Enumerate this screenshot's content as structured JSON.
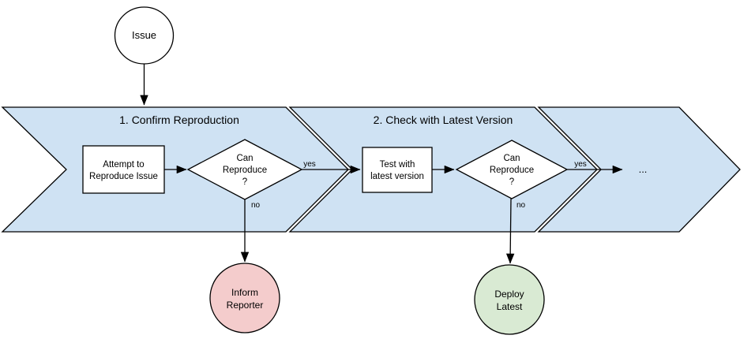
{
  "diagram": {
    "start": {
      "label": "Issue"
    },
    "continuation_label": "...",
    "sections": [
      {
        "title": "1. Confirm Reproduction",
        "step_lines": [
          "Attempt to",
          "Reproduce Issue"
        ],
        "decision_lines": [
          "Can",
          "Reproduce",
          "?"
        ],
        "yes_label": "yes",
        "no_label": "no",
        "terminal_lines": [
          "Inform",
          "Reporter"
        ]
      },
      {
        "title": "2. Check with Latest Version",
        "step_lines": [
          "Test with",
          "latest version"
        ],
        "decision_lines": [
          "Can",
          "Reproduce",
          "?"
        ],
        "yes_label": "yes",
        "no_label": "no",
        "terminal_lines": [
          "Deploy",
          "Latest"
        ]
      }
    ]
  },
  "colors": {
    "band_fill": "#cfe2f3",
    "shape_fill": "#ffffff",
    "terminal_fail_fill": "#f4cccc",
    "terminal_success_fill": "#d9ead3",
    "stroke": "#000000",
    "canvas_bg": "#ffffff"
  }
}
